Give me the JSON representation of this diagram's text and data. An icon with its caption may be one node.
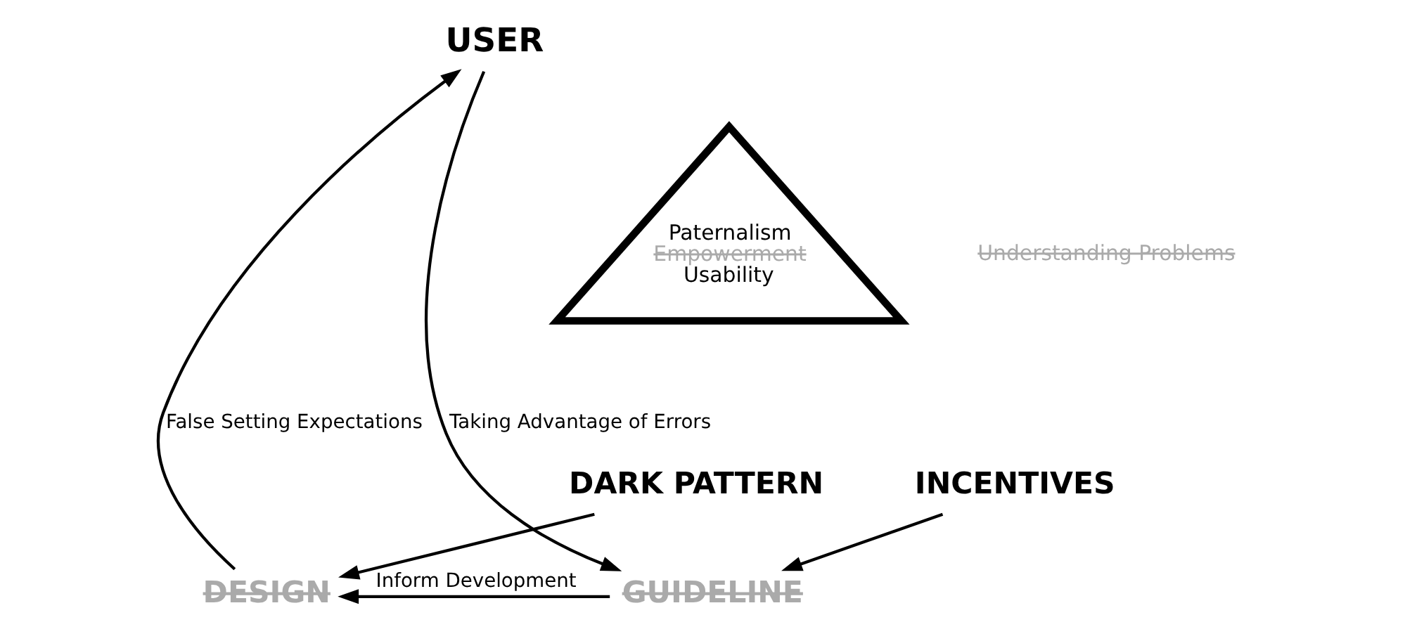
{
  "diagram": {
    "nodes": [
      {
        "text": [
          "USER"
        ]
      },
      {
        "text": [
          "DARK PATTERN"
        ]
      },
      {
        "text": [
          "DESIGN"
        ]
      },
      {
        "text": [
          "INCENTIVES"
        ]
      },
      {
        "text": [
          "GUIDELINE"
        ]
      },
      {
        "text": [
          "Paternalism",
          "Empowerment",
          "Usability"
        ]
      }
    ],
    "edges": [
      {
        "from": 2,
        "to": 0,
        "arrow": "to",
        "label": "False Setting Expectations"
      },
      {
        "from": 0,
        "to": 4,
        "arrow": "to",
        "label": "Taking Advantage of Errors"
      },
      {
        "from": 4,
        "to": 2,
        "arrow": "to",
        "label": "Inform Development"
      },
      {
        "from": 1,
        "to": 2,
        "arrow": "to"
      },
      {
        "from": 3,
        "to": 4,
        "arrow": "to"
      }
    ],
    "labels": [
      "Understanding Problems"
    ]
  }
}
